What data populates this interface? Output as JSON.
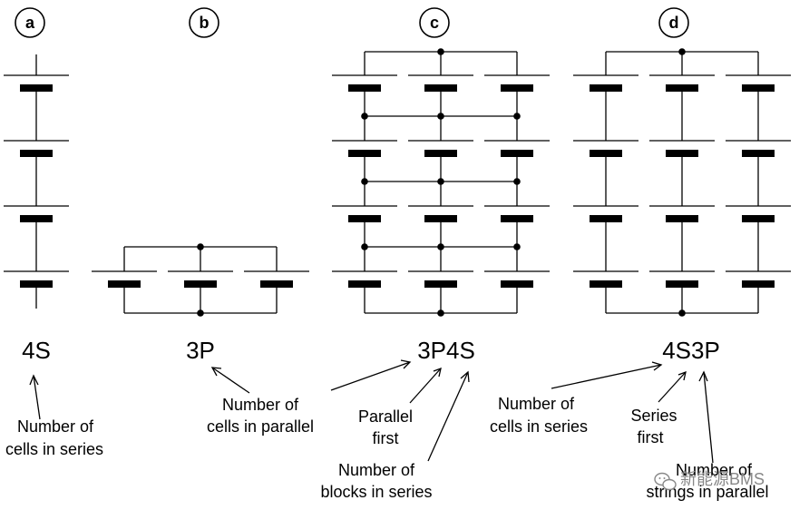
{
  "panels": [
    {
      "badge": "a",
      "config": "4S"
    },
    {
      "badge": "b",
      "config": "3P"
    },
    {
      "badge": "c",
      "config": "3P4S"
    },
    {
      "badge": "d",
      "config": "4S3P"
    }
  ],
  "annotations": {
    "a_series": [
      "Number of",
      "cells in series"
    ],
    "b_parallel": [
      "Number of",
      "cells in parallel"
    ],
    "c_parallel_first": [
      "Parallel",
      "first"
    ],
    "c_blocks": [
      "Number of",
      "blocks in series"
    ],
    "d_cells_series": [
      "Number of",
      "cells in series"
    ],
    "d_series_first": [
      "Series",
      "first"
    ],
    "d_strings": [
      "Number of",
      "strings in parallel"
    ]
  },
  "watermark": {
    "text": "新能源BMS",
    "icon": "wechat-icon"
  },
  "colors": {
    "ink": "#000000",
    "background": "#ffffff",
    "watermark": "#888888"
  }
}
